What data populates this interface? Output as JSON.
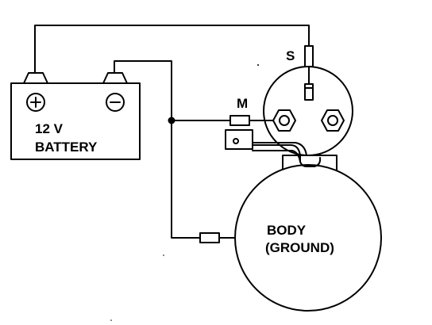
{
  "battery": {
    "voltage_label": "12 V",
    "name_label": "BATTERY",
    "positive_symbol": "plus-icon",
    "negative_symbol": "minus-icon"
  },
  "solenoid": {
    "s_terminal_label": "S",
    "m_terminal_label": "M"
  },
  "motor": {
    "body_label": "BODY",
    "ground_label": "(GROUND)"
  },
  "colors": {
    "ink": "#000000",
    "background": "#ffffff"
  }
}
